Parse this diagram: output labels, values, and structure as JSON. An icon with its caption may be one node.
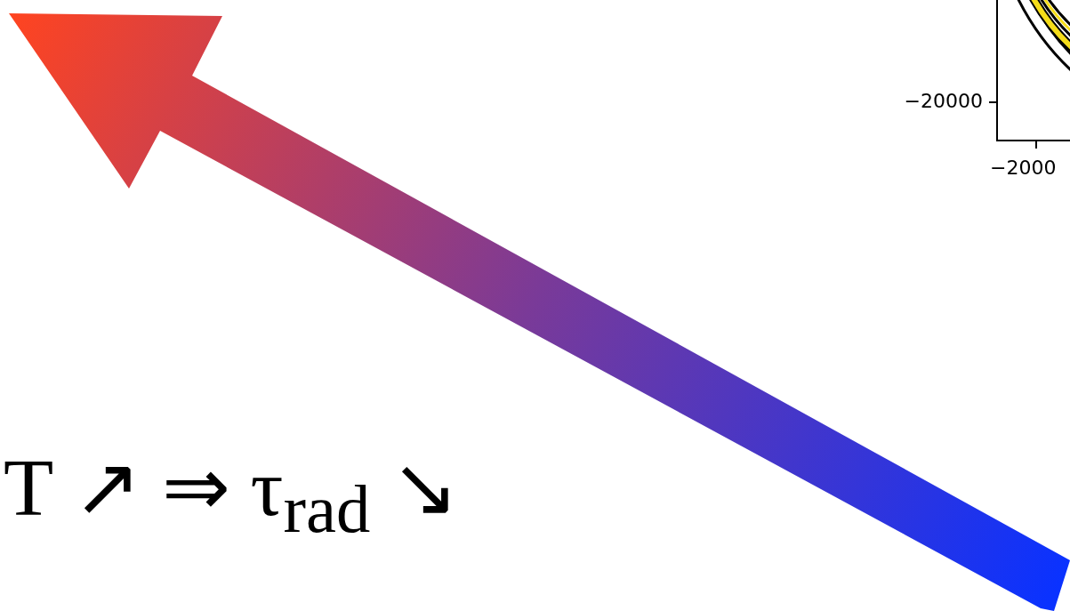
{
  "diagram": {
    "labels": [
      "T ↗ ⇒ τ$_{rad}$ ↘",
      "−20000",
      "−2000"
    ]
  }
}
